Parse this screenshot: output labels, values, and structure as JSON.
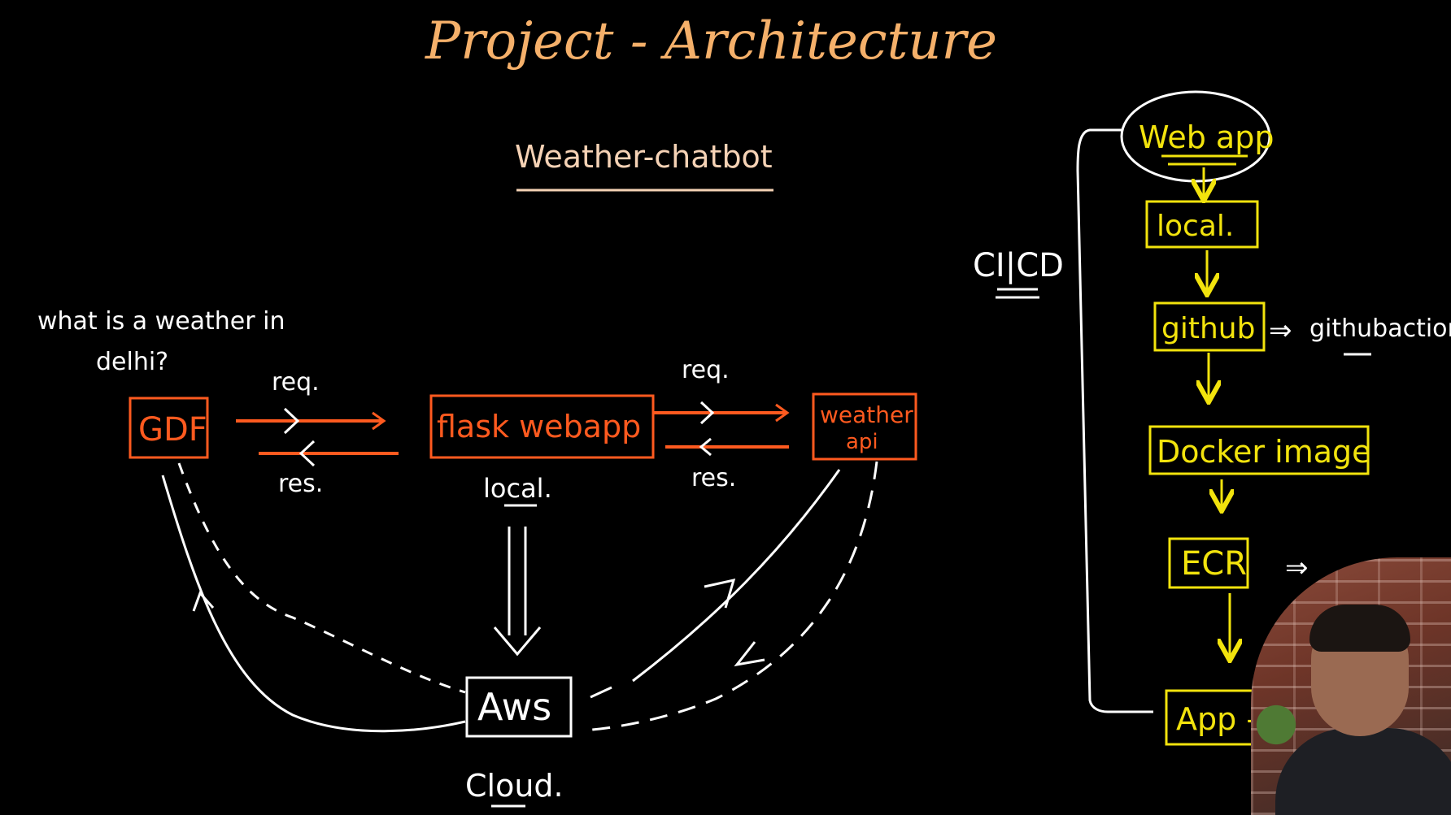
{
  "title": "Project - Architecture",
  "subtitle": "Weather-chatbot",
  "question": [
    "what is a weather in",
    "delhi?"
  ],
  "main_flow": {
    "gdf": "GDF",
    "flask": "flask webapp",
    "weather_api": [
      "weather",
      "api"
    ],
    "req_left": "req.",
    "res_left": "res.",
    "req_right": "req.",
    "res_right": "res.",
    "local": "local.",
    "aws": "Aws",
    "cloud": "Cloud."
  },
  "pipeline": {
    "label": "CI|CD",
    "web_app": "Web app",
    "local": "local.",
    "github": "github",
    "github_side": "githubaction.",
    "docker": "Docker image",
    "ecr": "ECR",
    "ecr_side": "⇒",
    "app": "App -"
  },
  "colors": {
    "title": "#f5b06a",
    "orange": "#ff5a1f",
    "yellow": "#f2e30d",
    "white": "#ffffff",
    "background": "#000000"
  }
}
